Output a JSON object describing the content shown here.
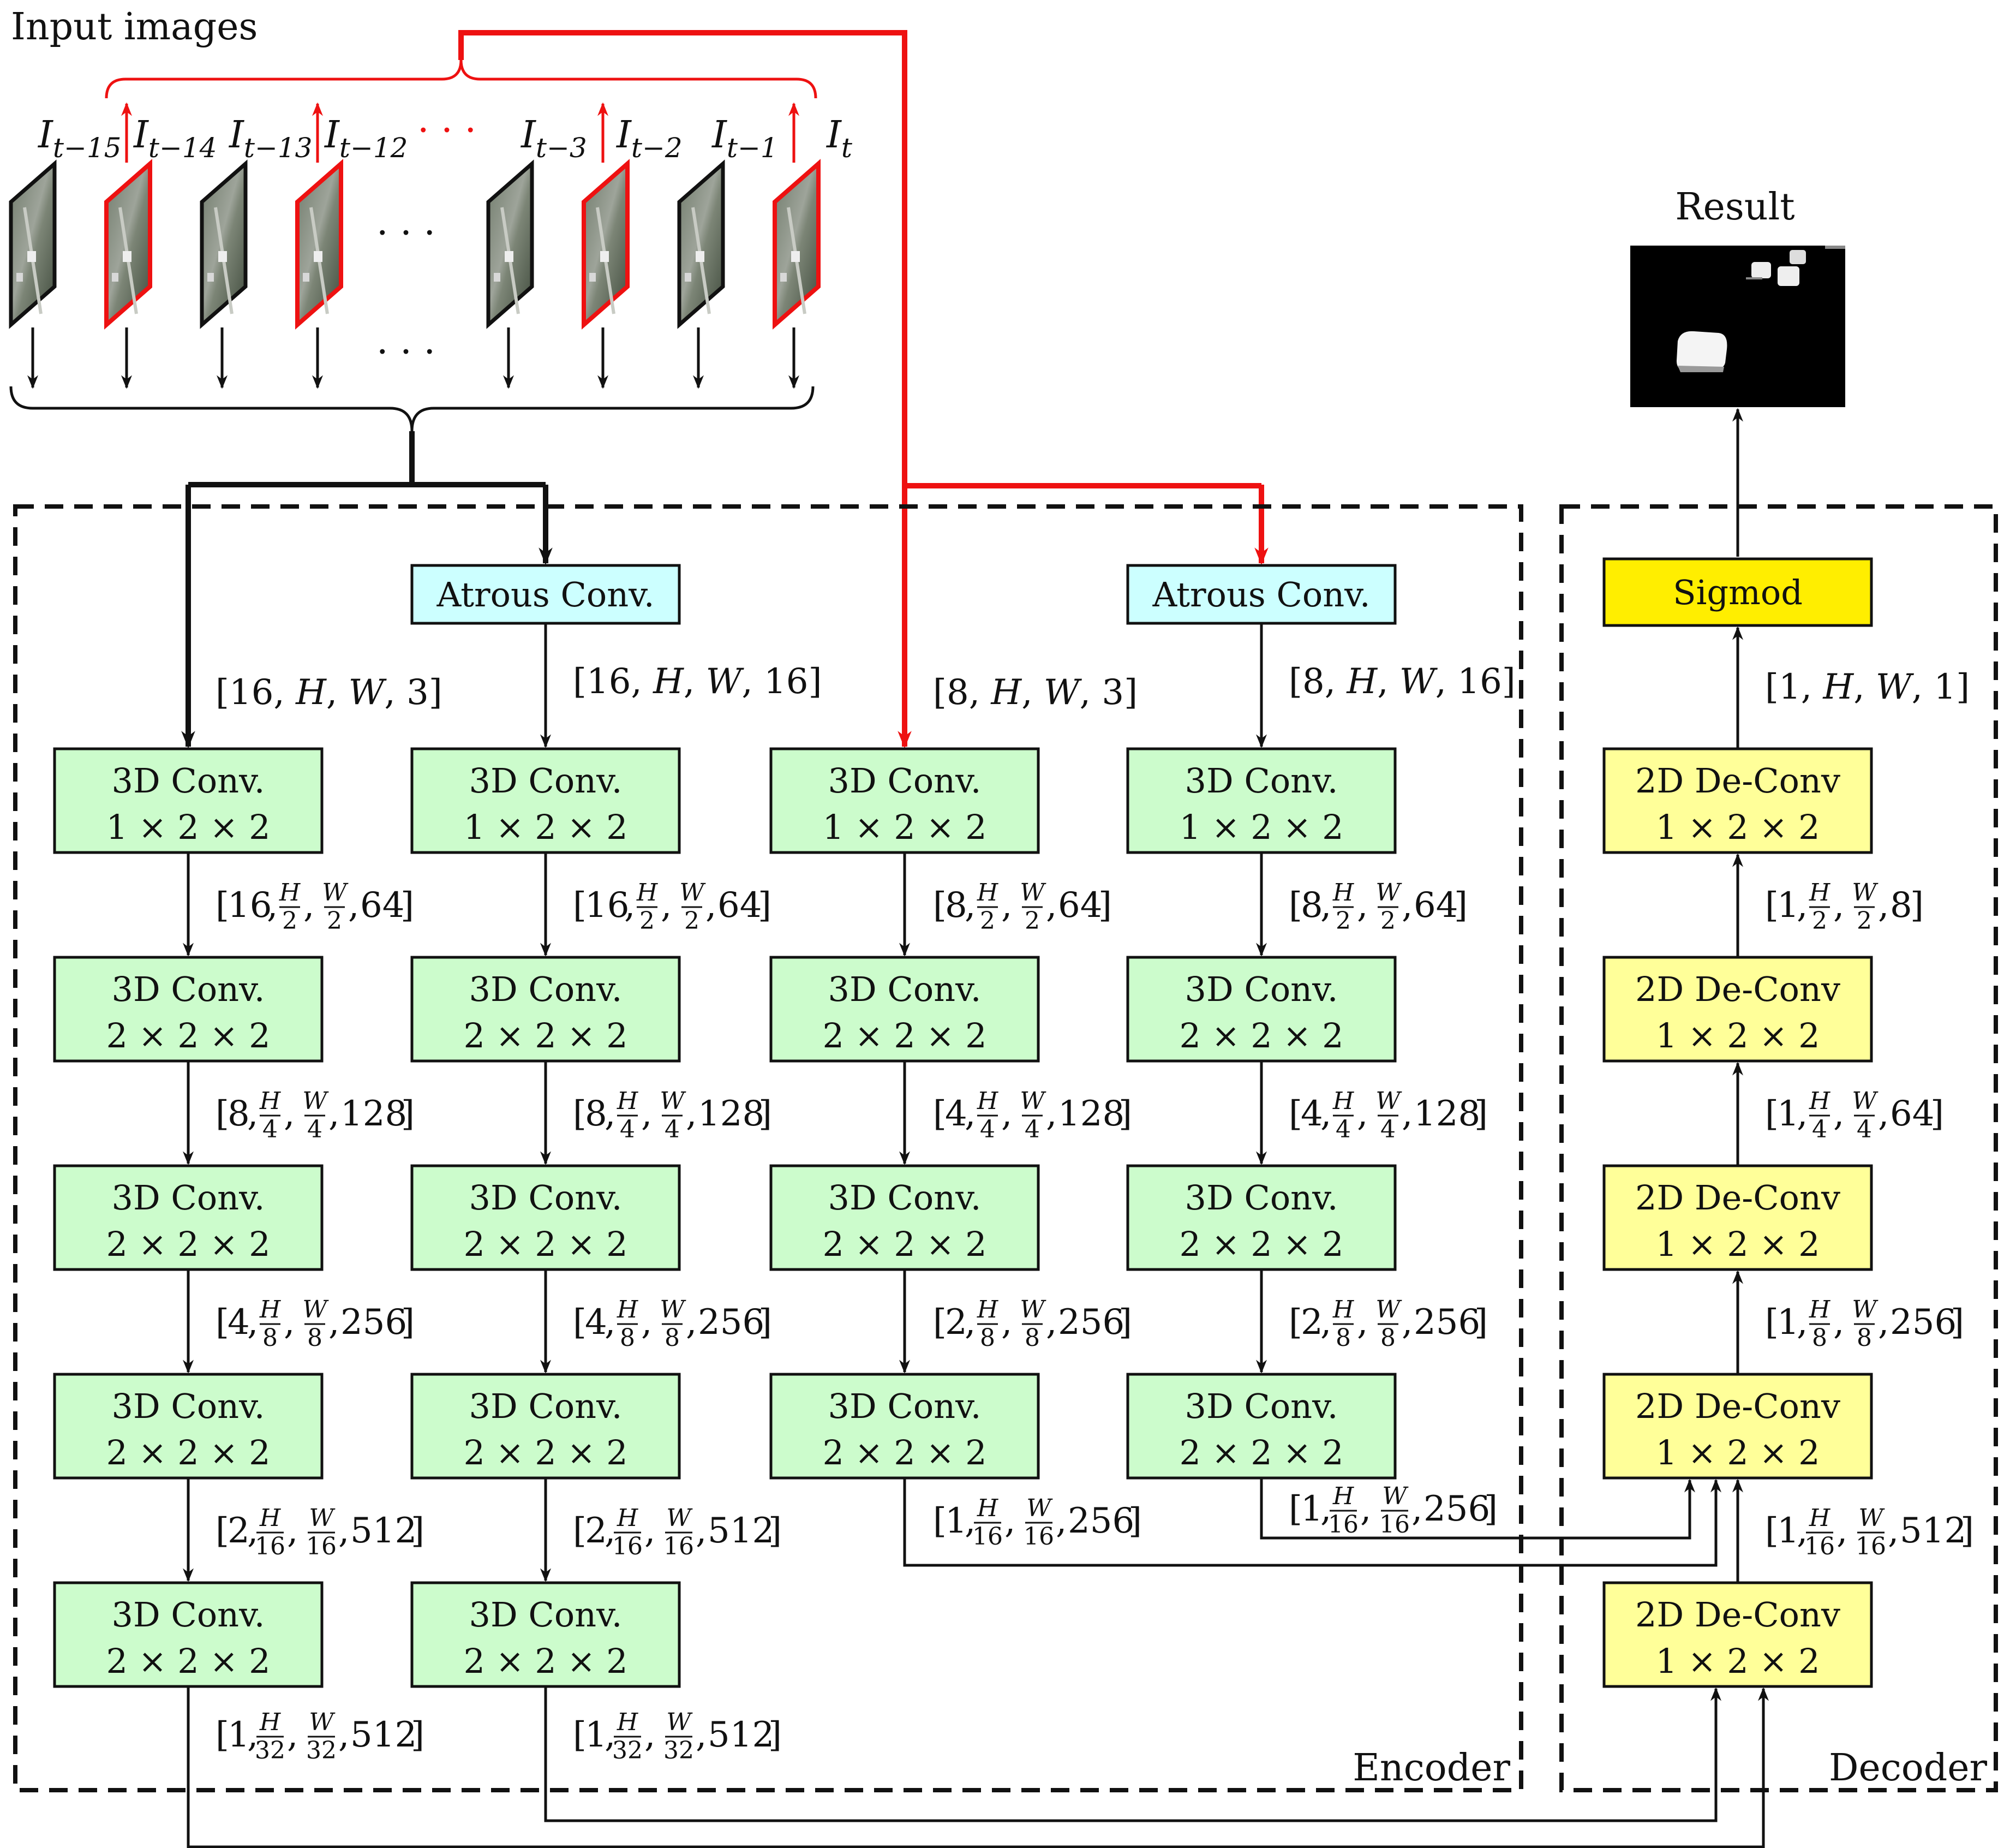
{
  "labels": {
    "input_images": "Input images",
    "result": "Result",
    "encoder": "Encoder",
    "decoder": "Decoder",
    "ellipsis": "· · ·",
    "frame_base": "I"
  },
  "frames": [
    {
      "sub": "t−15",
      "highlight": false
    },
    {
      "sub": "t−14",
      "highlight": true
    },
    {
      "sub": "t−13",
      "highlight": false
    },
    {
      "sub": "t−12",
      "highlight": true
    },
    {
      "sub": "t−3",
      "highlight": false
    },
    {
      "sub": "t−2",
      "highlight": true
    },
    {
      "sub": "t−1",
      "highlight": false
    },
    {
      "sub": "t",
      "highlight": true
    }
  ],
  "blocks": {
    "atrous": "Atrous Conv.",
    "conv3d": "3D Conv.",
    "deconv2d": "2D De-Conv",
    "sigmoid": "Sigmod",
    "k122": "1 × 2 × 2",
    "k222": "2 × 2 × 2"
  },
  "shapes": {
    "col1_in": [
      "16",
      "H",
      "W",
      "3"
    ],
    "col2_in": [
      "16",
      "H",
      "W",
      "16"
    ],
    "col3_in": [
      "8",
      "H",
      "W",
      "3"
    ],
    "col4_in": [
      "8",
      "H",
      "W",
      "16"
    ],
    "dec_out": [
      "1",
      "H",
      "W",
      "1"
    ],
    "col1": [
      {
        "lead": "16",
        "den": "2",
        "tail": "64"
      },
      {
        "lead": "8",
        "den": "4",
        "tail": "128"
      },
      {
        "lead": "4",
        "den": "8",
        "tail": "256"
      },
      {
        "lead": "2",
        "den": "16",
        "tail": "512"
      },
      {
        "lead": "1",
        "den": "32",
        "tail": "512"
      }
    ],
    "col2": [
      {
        "lead": "16",
        "den": "2",
        "tail": "64"
      },
      {
        "lead": "8",
        "den": "4",
        "tail": "128"
      },
      {
        "lead": "4",
        "den": "8",
        "tail": "256"
      },
      {
        "lead": "2",
        "den": "16",
        "tail": "512"
      },
      {
        "lead": "1",
        "den": "32",
        "tail": "512"
      }
    ],
    "col3": [
      {
        "lead": "8",
        "den": "2",
        "tail": "64"
      },
      {
        "lead": "4",
        "den": "4",
        "tail": "128"
      },
      {
        "lead": "2",
        "den": "8",
        "tail": "256"
      },
      {
        "lead": "1",
        "den": "16",
        "tail": "256"
      }
    ],
    "col4": [
      {
        "lead": "8",
        "den": "2",
        "tail": "64"
      },
      {
        "lead": "4",
        "den": "4",
        "tail": "128"
      },
      {
        "lead": "2",
        "den": "8",
        "tail": "256"
      },
      {
        "lead": "1",
        "den": "16",
        "tail": "256"
      }
    ],
    "dec": [
      {
        "lead": "1",
        "den": "2",
        "tail": "8"
      },
      {
        "lead": "1",
        "den": "4",
        "tail": "64"
      },
      {
        "lead": "1",
        "den": "8",
        "tail": "256"
      },
      {
        "lead": "1",
        "den": "16",
        "tail": "512"
      }
    ]
  },
  "frac_letters": {
    "h": "H",
    "w": "W"
  }
}
